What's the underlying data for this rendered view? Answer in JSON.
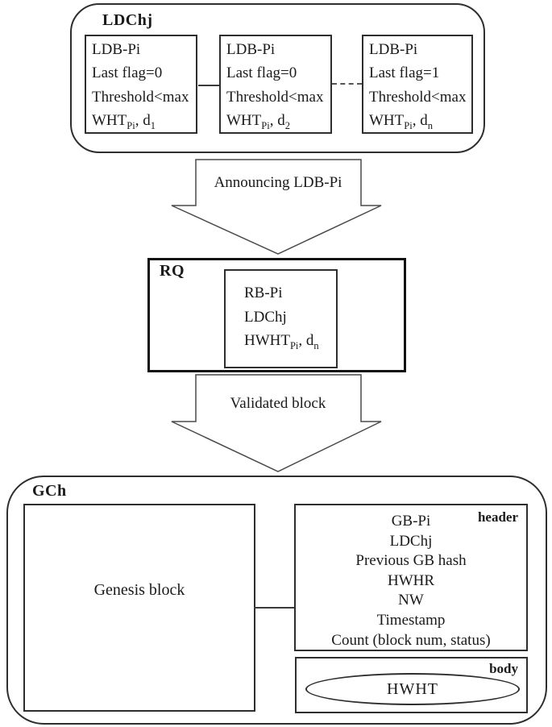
{
  "colors": {
    "background": "#ffffff",
    "box_border": "#2e2e2e",
    "rq_border": "#111111",
    "arrow_stroke": "#4a4a4a",
    "text": "#1a1a1a"
  },
  "ldchj": {
    "title": "LDChj",
    "blocks": [
      {
        "id_line": "LDB-Pi",
        "flag_line": "Last flag=0",
        "threshold_line": "Threshold<max",
        "wht_base": "WHT",
        "wht_sub": "Pi",
        "wht_sep": ", d",
        "wht_index": "1"
      },
      {
        "id_line": "LDB-Pi",
        "flag_line": "Last flag=0",
        "threshold_line": "Threshold<max",
        "wht_base": "WHT",
        "wht_sub": "Pi",
        "wht_sep": ", d",
        "wht_index": "2"
      },
      {
        "id_line": "LDB-Pi",
        "flag_line": "Last flag=1",
        "threshold_line": "Threshold<max",
        "wht_base": "WHT",
        "wht_sub": "Pi",
        "wht_sep": ", d",
        "wht_index": "n"
      }
    ]
  },
  "arrow1": {
    "label": "Announcing LDB-Pi"
  },
  "rq": {
    "title": "RQ",
    "block": {
      "line1": "RB-Pi",
      "line2": "LDChj",
      "hwht_base": "HWHT",
      "hwht_sub": "Pi",
      "hwht_sep": ", d",
      "hwht_index": "n"
    }
  },
  "arrow2": {
    "label": "Validated block"
  },
  "gch": {
    "title": "GCh",
    "genesis_label": "Genesis block",
    "header": {
      "label": "header",
      "lines": [
        "GB-Pi",
        "LDChj",
        "Previous GB hash",
        "HWHR",
        "NW",
        "Timestamp",
        "Count (block num, status)"
      ]
    },
    "body": {
      "label": "body",
      "ellipse_label": "HWHT"
    }
  }
}
